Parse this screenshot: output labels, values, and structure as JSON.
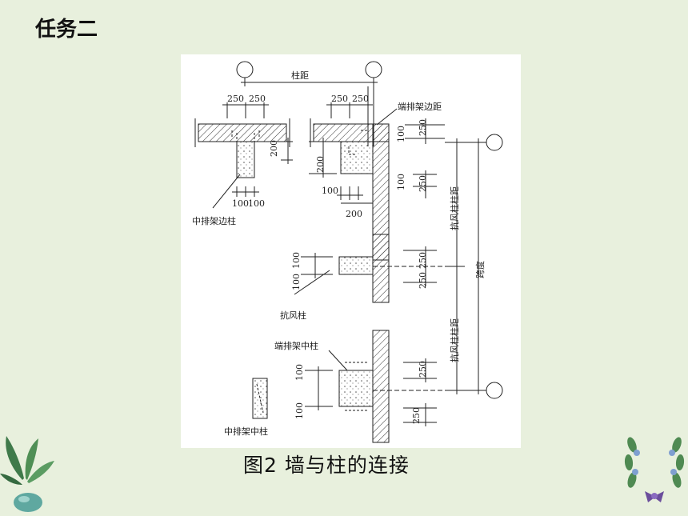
{
  "slide": {
    "title": "任务二"
  },
  "figure": {
    "caption": "图2  墙与柱的连接",
    "labels": {
      "column_spacing": "柱距",
      "end_frame_edge_distance": "端排架边距",
      "middle_frame_edge_column": "中排架边柱",
      "wind_column": "抗风柱",
      "end_frame_middle_column": "端排架中柱",
      "middle_frame_middle_column": "中排架中柱",
      "wind_column_spacing_upper": "抗风柱柱距",
      "wind_column_spacing_lower": "抗风柱柱距",
      "span": "跨度"
    },
    "dims": {
      "d250": "250",
      "d200": "200",
      "d100": "100"
    }
  },
  "colors": {
    "background": "#e8f0dd",
    "panel": "#ffffff",
    "ink": "#222222"
  }
}
